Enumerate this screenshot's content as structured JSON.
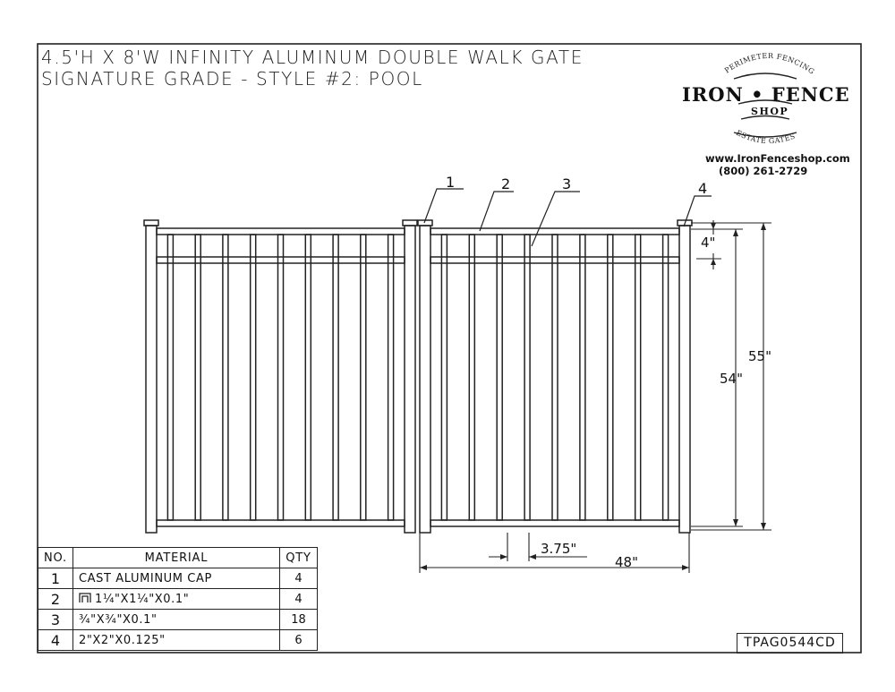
{
  "title": {
    "line1": "4.5'H X 8'W INFINITY ALUMINUM DOUBLE WALK GATE",
    "line2": "SIGNATURE GRADE - STYLE #2: POOL"
  },
  "logo": {
    "arc_top": "PERIMETER FENCING",
    "main": "IRON • FENCE",
    "sub": "SHOP",
    "arc_bottom": "ESTATE GATES",
    "website": "www.IronFenceshop.com",
    "phone": "(800) 261-2729"
  },
  "callouts": [
    "1",
    "2",
    "3",
    "4"
  ],
  "dimensions": {
    "top_rail_gap": "4\"",
    "overall_height": "55\"",
    "picket_height": "54\"",
    "picket_spacing": "3.75\"",
    "gate_width": "48\""
  },
  "bom": {
    "headers": [
      "NO.",
      "MATERIAL",
      "QTY"
    ],
    "rows": [
      {
        "no": "1",
        "material": "CAST ALUMINUM CAP",
        "qty": "4"
      },
      {
        "no": "2",
        "material": "1¼\"X1¼\"X0.1\"",
        "qty": "4"
      },
      {
        "no": "3",
        "material": "¾\"X¾\"X0.1\"",
        "qty": "18"
      },
      {
        "no": "4",
        "material": "2\"X2\"X0.125\"",
        "qty": "6"
      }
    ]
  },
  "drawing_number": "TPAG0544CD"
}
